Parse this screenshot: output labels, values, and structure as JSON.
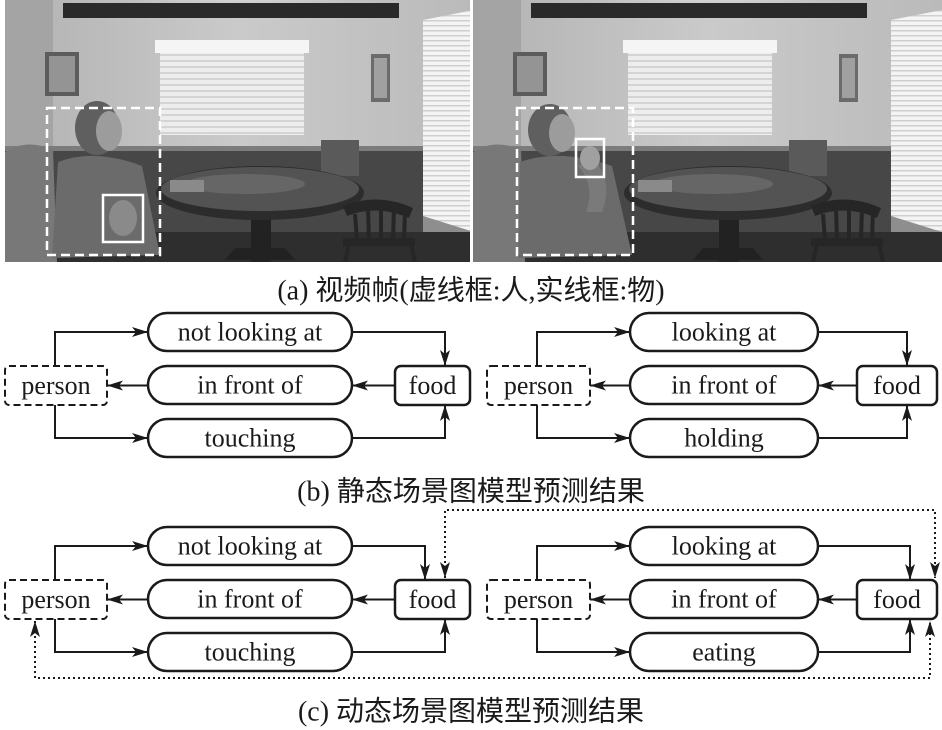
{
  "figure": {
    "panel_a": {
      "caption": "(a) 视频帧(虚线框:人,实线框:物)"
    },
    "panel_b": {
      "caption": "(b) 静态场景图模型预测结果",
      "graphs": [
        {
          "subject": "person",
          "object": "food",
          "relations": [
            "not looking at",
            "in front of",
            "touching"
          ]
        },
        {
          "subject": "person",
          "object": "food",
          "relations": [
            "looking at",
            "in front of",
            "holding"
          ]
        }
      ]
    },
    "panel_c": {
      "caption": "(c) 动态场景图模型预测结果",
      "graphs": [
        {
          "subject": "person",
          "object": "food",
          "relations": [
            "not looking at",
            "in front of",
            "touching"
          ]
        },
        {
          "subject": "person",
          "object": "food",
          "relations": [
            "looking at",
            "in front of",
            "eating"
          ]
        }
      ]
    }
  },
  "colors": {
    "line": "#1a1a1a",
    "bbox": "#ffffff"
  }
}
